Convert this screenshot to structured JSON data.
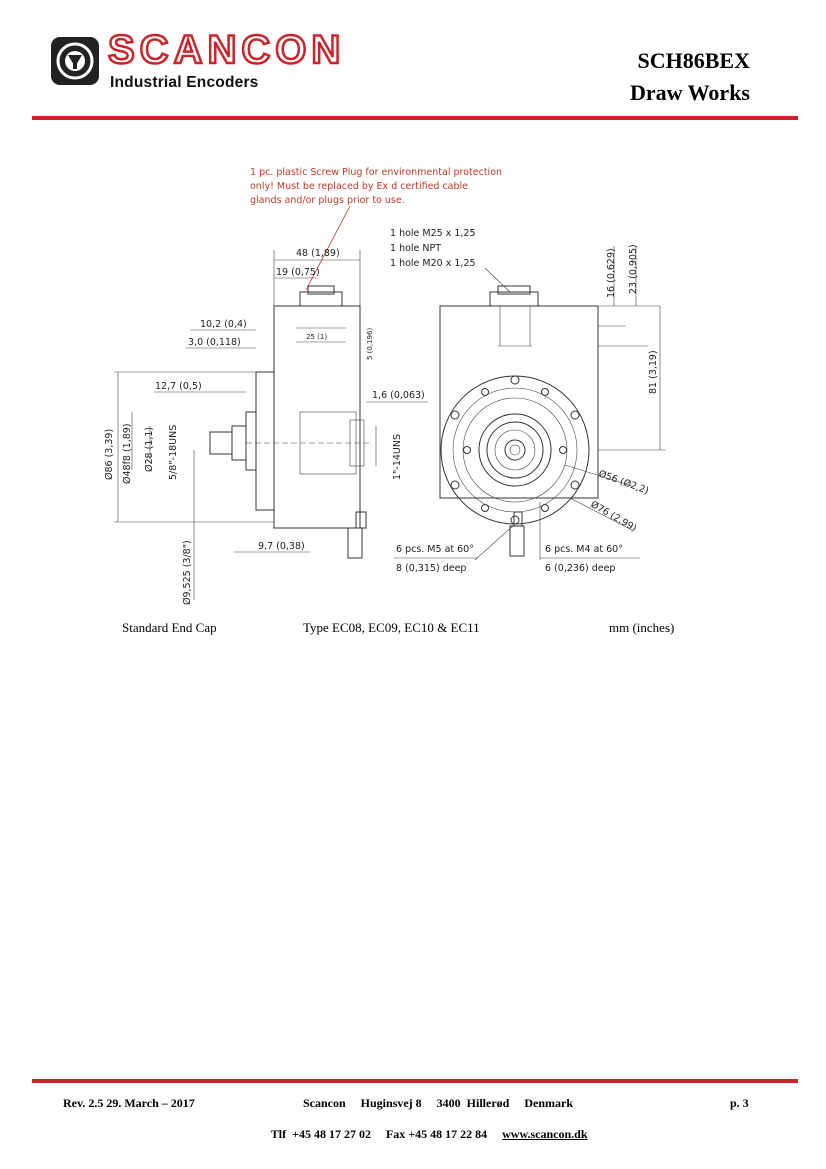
{
  "brand": {
    "logo_text": "SCANCON",
    "subtitle": "Industrial Encoders",
    "red": "#cc2229",
    "dark": "#222222"
  },
  "header": {
    "model": "SCH86BEX",
    "series": "Draw Works"
  },
  "drawing": {
    "note_lines": [
      "1 pc. plastic Screw Plug for environmental protection",
      "only! Must be replaced by Ex d certified cable",
      "glands and/or plugs prior to use."
    ],
    "holes": [
      "1 hole M25 x 1,25",
      "1 hole NPT",
      "1 hole M20 x 1,25"
    ],
    "dims": {
      "d48": "48 (1,89)",
      "d19": "19 (0,75)",
      "d25": "25 (1)",
      "d5": "5 (0,196)",
      "d10_2": "10,2 (0,4)",
      "d3_0": "3,0 (0,118)",
      "d12_7": "12,7 (0,5)",
      "d1_6": "1,6 (0,063)",
      "dia86": "Ø86 (3,39)",
      "dia48": "Ø48f8 (1,89)",
      "dia28": "Ø28 (1,1)",
      "thread58": "5/8\"-18UNS",
      "thread1": "1\"-14UNS",
      "d9_7": "9,7 (0,38)",
      "dia9_525": "Ø9,525 (3/8\")",
      "d16": "16 (0,629)",
      "d23": "23 (0,905)",
      "d81": "81 (3,19)",
      "dia56": "Ø56 (Ø2,2)",
      "dia76": "Ø76 (2,99)",
      "m5_line1": "6 pcs. M5 at 60°",
      "m5_line2": "8 (0,315) deep",
      "m4_line1": "6 pcs. M4 at 60°",
      "m4_line2": "6 (0,236) deep"
    }
  },
  "captions": {
    "left": "Standard End Cap",
    "middle": "Type EC08, EC09, EC10 & EC11",
    "right": "mm (inches)"
  },
  "footer": {
    "revision": "Rev. 2.5  29. March – 2017",
    "address": "Scancon     Huginsvej 8     3400  Hillerød     Denmark",
    "contact": "Tlf  +45 48 17 27 02     Fax +45 48 17 22 84",
    "website": "www.scancon.dk",
    "page": "p. 3"
  }
}
